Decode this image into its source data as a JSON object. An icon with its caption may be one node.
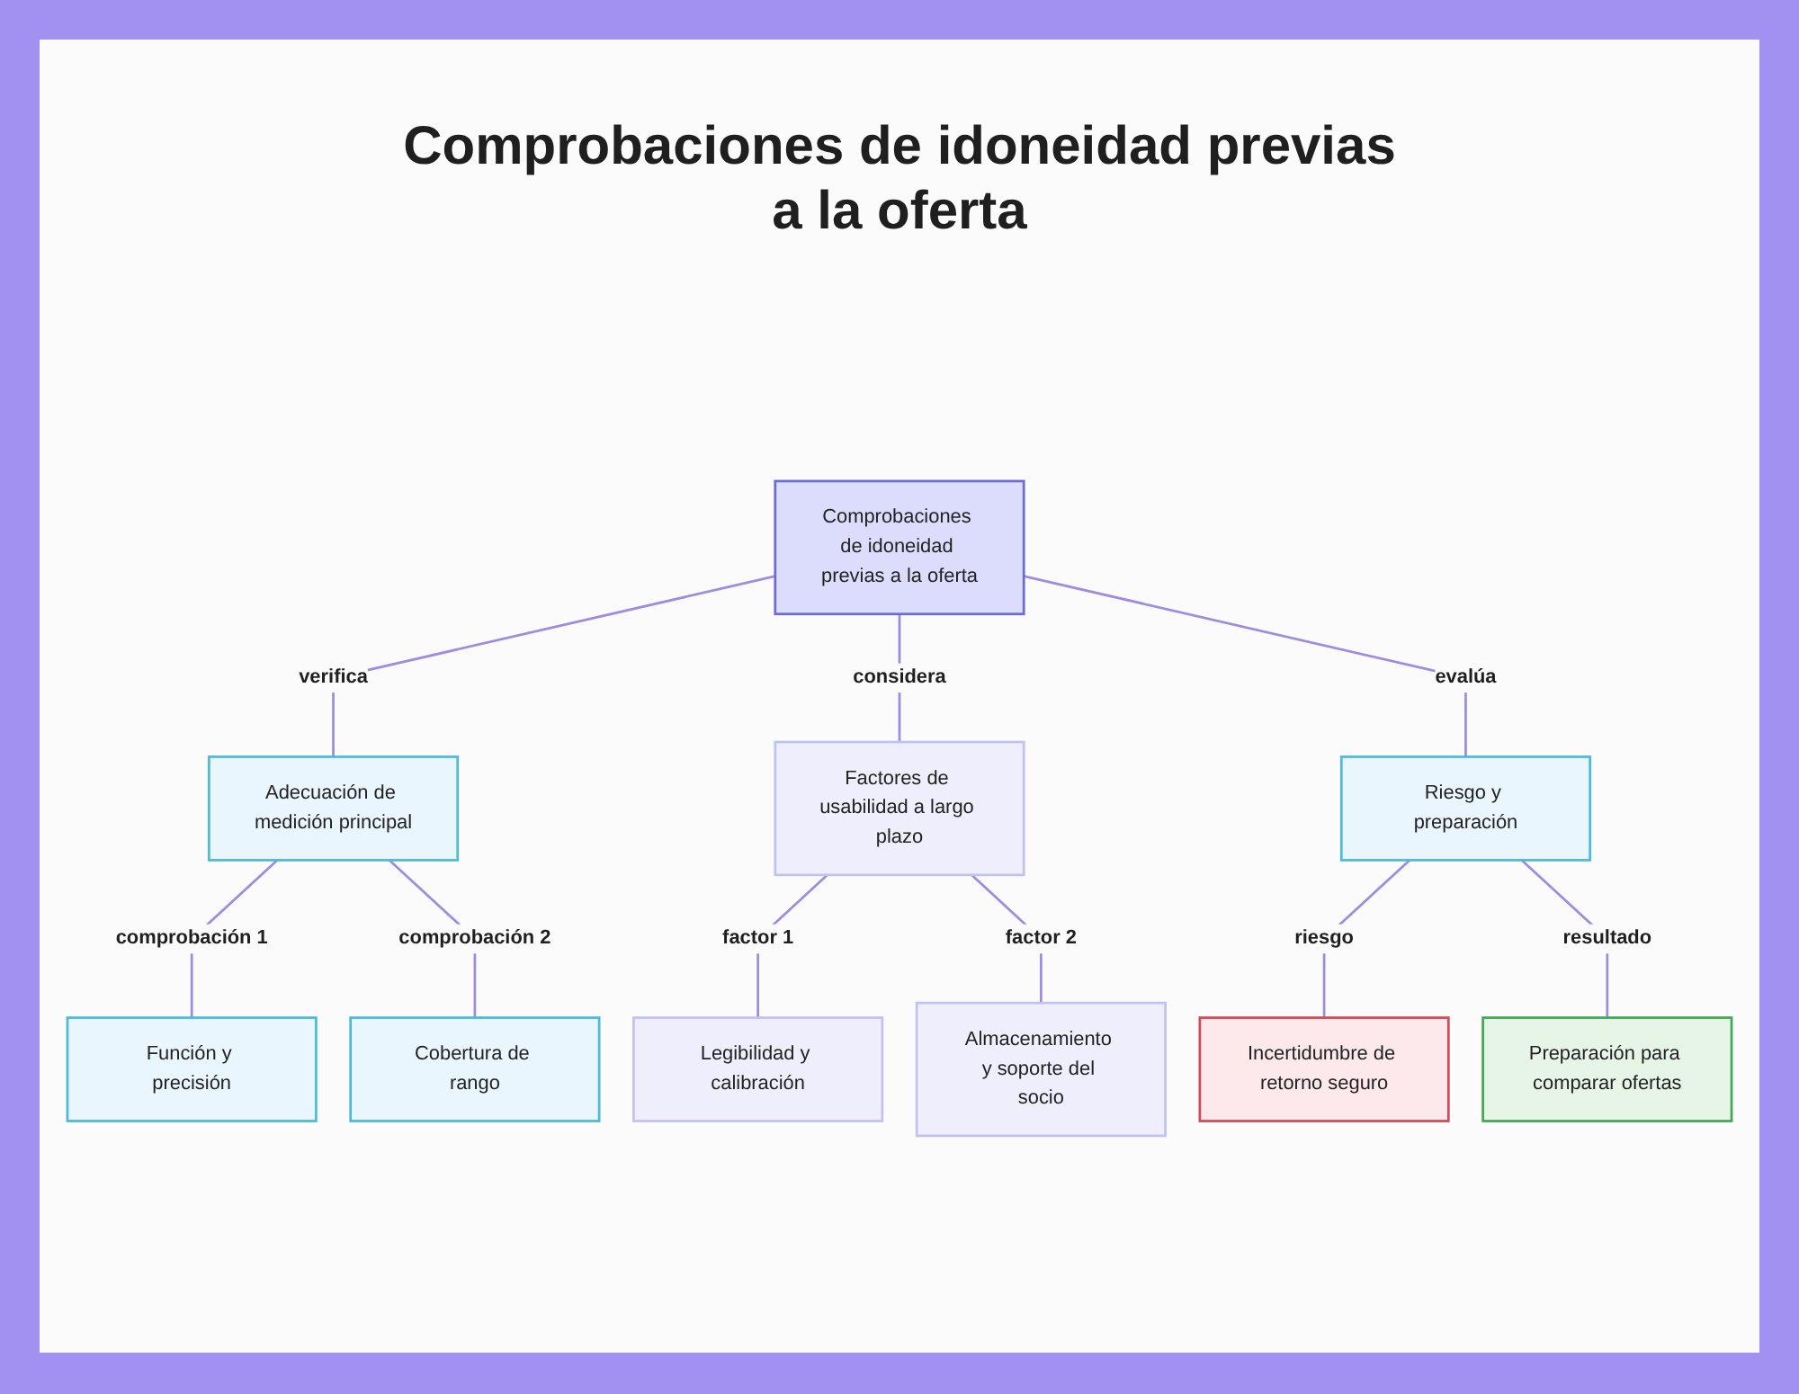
{
  "diagram": {
    "title": "Comprobaciones de idoneidad previas a la oferta",
    "nodes": [
      {
        "text": [
          "Comprobaciones de idoneidad previas a la oferta"
        ]
      },
      {
        "text": [
          "Adecuación de medición principal"
        ]
      },
      {
        "text": [
          "Factores de usabilidad a largo plazo"
        ]
      },
      {
        "text": [
          "Riesgo y preparación"
        ]
      },
      {
        "text": [
          "Función y precisión"
        ]
      },
      {
        "text": [
          "Cobertura de rango"
        ]
      },
      {
        "text": [
          "Legibilidad y calibración"
        ]
      },
      {
        "text": [
          "Almacenamiento y soporte del socio"
        ]
      },
      {
        "text": [
          "Incertidumbre de retorno seguro"
        ]
      },
      {
        "text": [
          "Preparación para comparar ofertas"
        ]
      }
    ],
    "edges": [
      {
        "from": 0,
        "to": 1,
        "arrow": "none",
        "label": "verifica"
      },
      {
        "from": 0,
        "to": 2,
        "arrow": "none",
        "label": "considera"
      },
      {
        "from": 0,
        "to": 3,
        "arrow": "none",
        "label": "evalúa"
      },
      {
        "from": 1,
        "to": 4,
        "arrow": "none",
        "label": "comprobación 1"
      },
      {
        "from": 1,
        "to": 5,
        "arrow": "none",
        "label": "comprobación 2"
      },
      {
        "from": 2,
        "to": 6,
        "arrow": "none",
        "label": "factor 1"
      },
      {
        "from": 2,
        "to": 7,
        "arrow": "none",
        "label": "factor 2"
      },
      {
        "from": 3,
        "to": 8,
        "arrow": "none",
        "label": "riesgo"
      },
      {
        "from": 3,
        "to": 9,
        "arrow": "none",
        "label": "resultado"
      }
    ]
  }
}
